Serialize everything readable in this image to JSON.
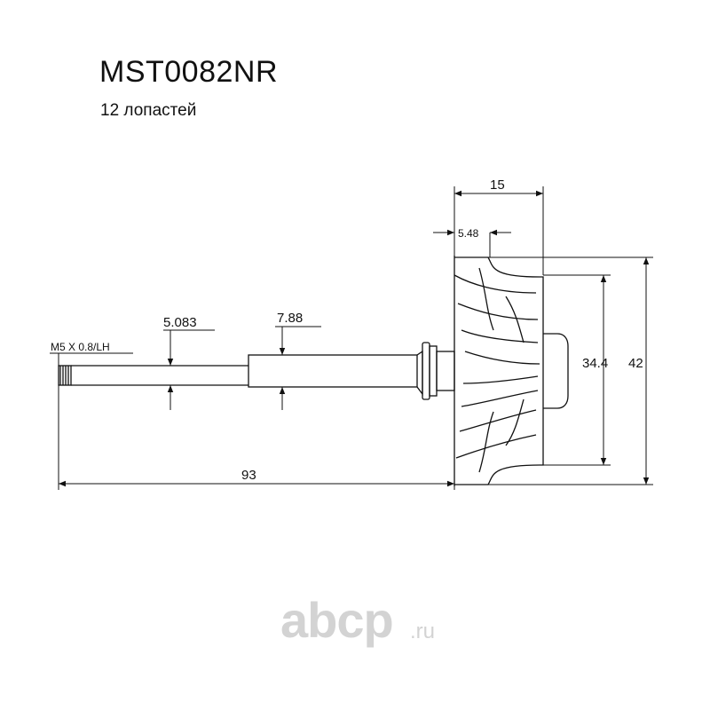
{
  "header": {
    "part_number": "MST0082NR",
    "subtitle": "12 лопастей"
  },
  "dimensions": {
    "thread": "M5 X 0.8/LH",
    "shaft_diameter": "5.083",
    "shaft_journal_diameter": "7.88",
    "overall_length": "93",
    "wheel_width": "15",
    "wheel_offset": "5.48",
    "inner_diameter": "34.4",
    "outer_diameter": "42"
  },
  "watermark": {
    "brand": "abcp",
    "tld": ".ru"
  },
  "colors": {
    "line": "#111111",
    "watermark": "#d3d3d3"
  }
}
